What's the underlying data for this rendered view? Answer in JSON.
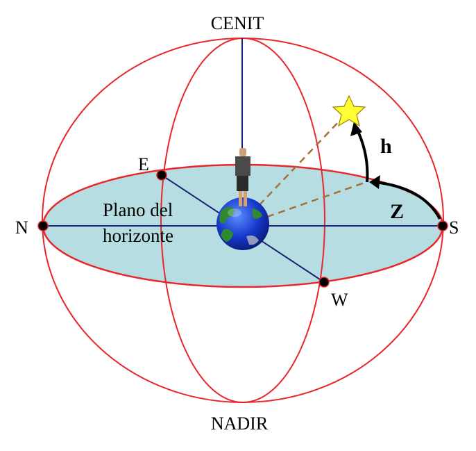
{
  "labels": {
    "cenit": "CENIT",
    "nadir": "NADIR",
    "north": "N",
    "south": "S",
    "east": "E",
    "west": "W",
    "plane_line1": "Plano del",
    "plane_line2": "horizonte",
    "altitude": "h",
    "azimuth": "Z"
  },
  "icons": {
    "star": "star-icon",
    "earth": "earth-globe-icon",
    "observer": "person-icon"
  },
  "colors": {
    "sphere": "#e8262b",
    "horizon_plane": "#b5dde2",
    "axis": "#1a1f7a",
    "sight_line": "#a5703a",
    "star": "#ffff33",
    "arrow": "#000000"
  }
}
